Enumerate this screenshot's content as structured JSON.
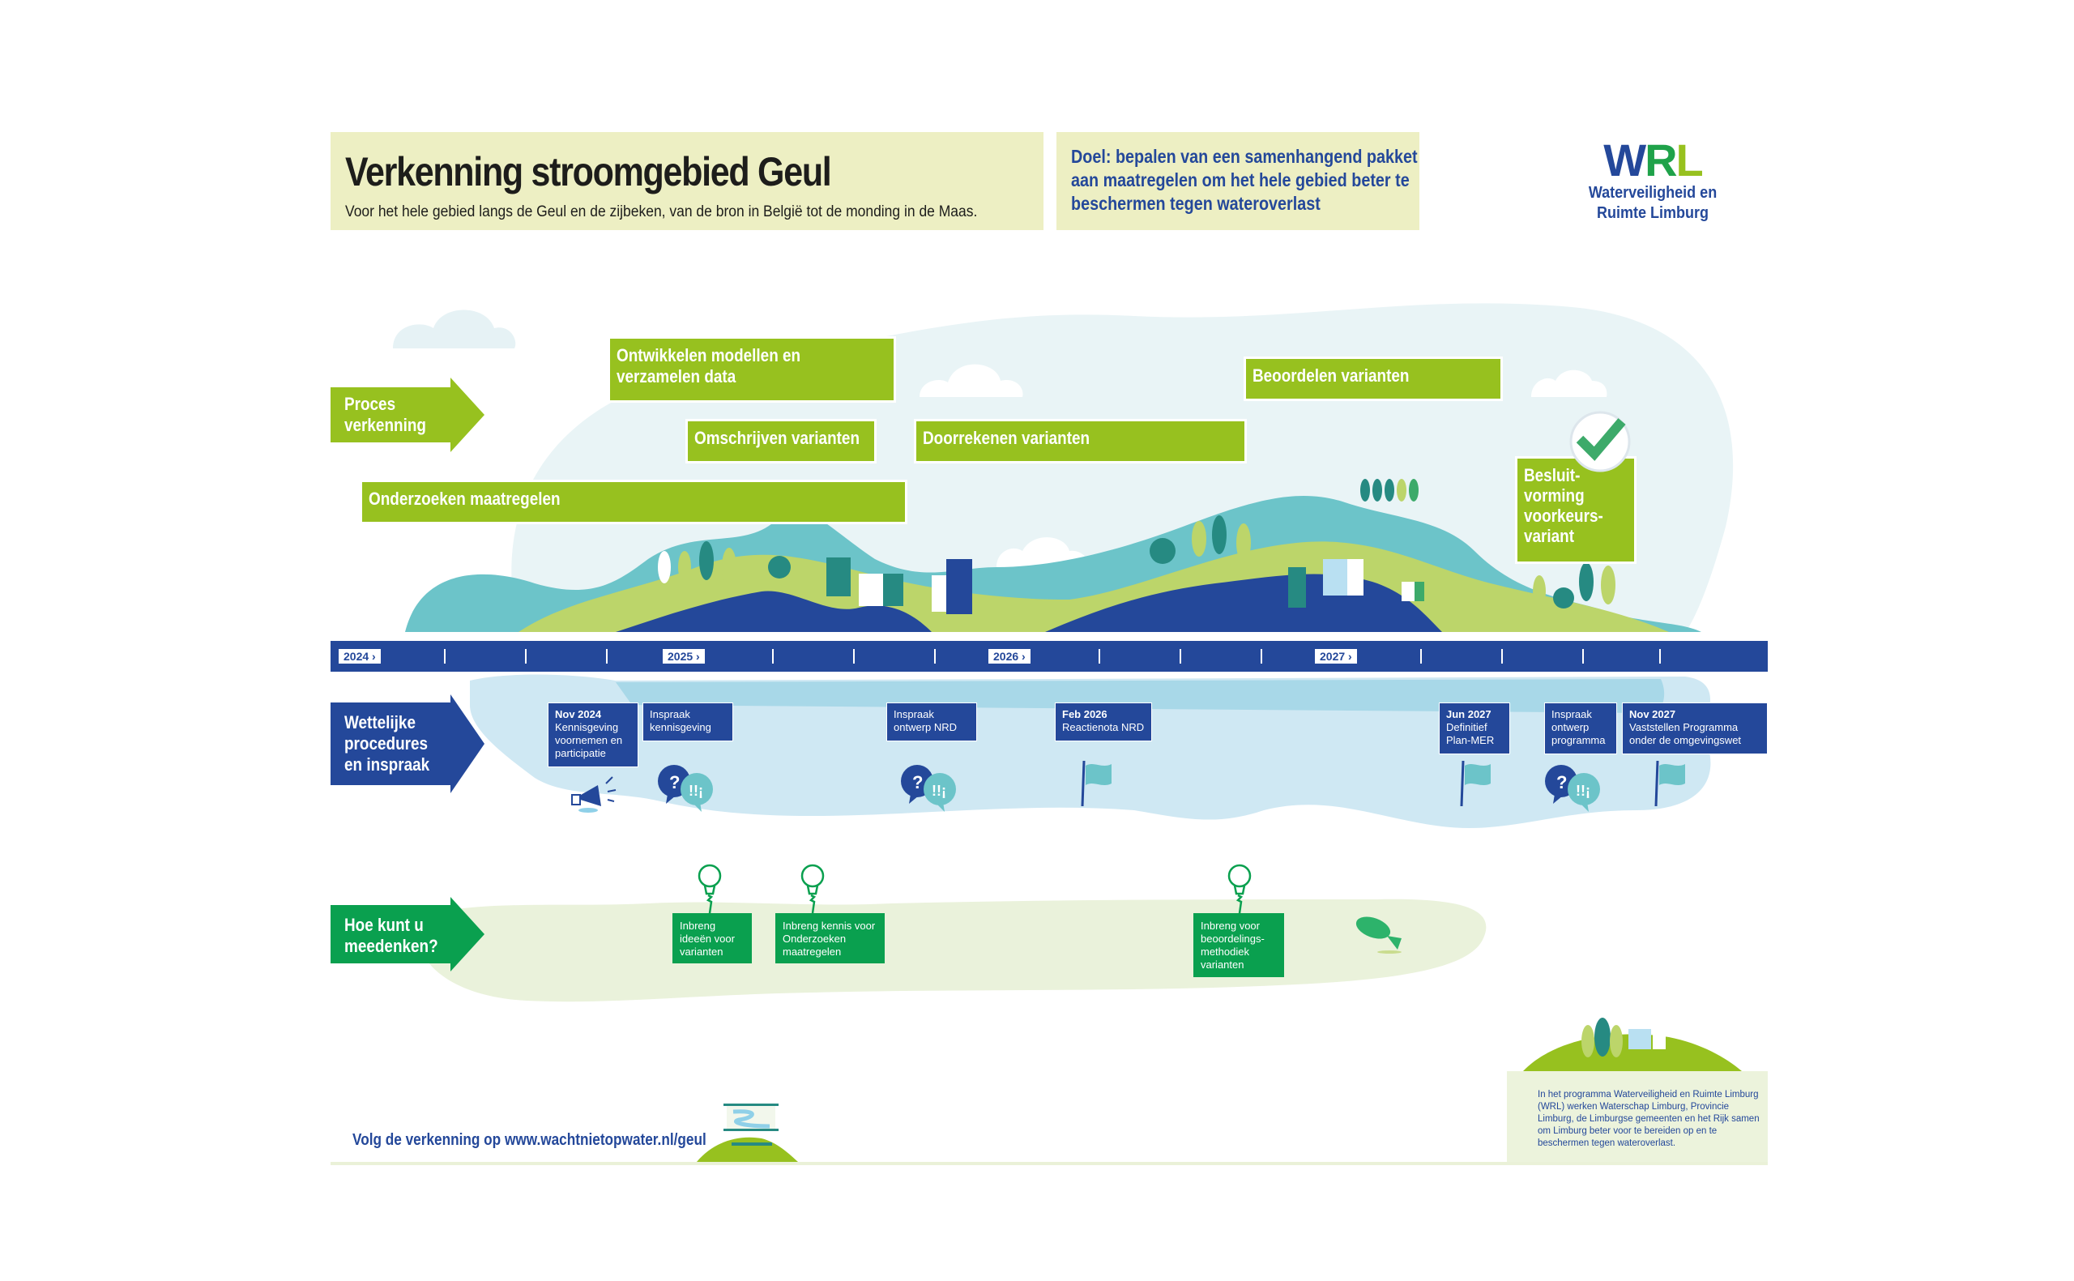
{
  "header": {
    "title": "Verkenning stroomgebied Geul",
    "subtitle": "Voor het hele gebied langs de Geul en de zijbeken, van de bron in België tot de monding in de Maas.",
    "goal": "Doel: bepalen van een samenhangend pakket aan maatregelen om het hele gebied beter te beschermen tegen wateroverlast"
  },
  "logo": {
    "letters": [
      "W",
      "R",
      "L"
    ],
    "line1": "Waterveiligheid en",
    "line2": "Ruimte Limburg"
  },
  "colors": {
    "navy": "#24489a",
    "lime": "#97c11f",
    "green": "#0aa04f",
    "teal": "#6cc4c9",
    "paleBlue": "#cfe8f3",
    "paleGreen": "#ecf3dc",
    "titleBg": "#edefc3"
  },
  "rows": {
    "process": {
      "label_line1": "Proces",
      "label_line2": "verkenning",
      "phases": [
        {
          "label": "Ontwikkelen modellen en",
          "label2": "verzamelen data"
        },
        {
          "label": "Omschrijven varianten"
        },
        {
          "label": "Doorrekenen varianten"
        },
        {
          "label": "Beoordelen varianten"
        },
        {
          "label": "Onderzoeken maatregelen"
        },
        {
          "label": "Besluit-",
          "label2": "vorming",
          "label3": "voorkeurs-",
          "label4": "variant"
        }
      ]
    },
    "legal": {
      "label_line1": "Wettelijke",
      "label_line2": "procedures",
      "label_line3": "en inspraak",
      "items": [
        {
          "date": "Nov 2024",
          "text": "Kennisgeving voornemen en participatie",
          "icon": "megaphone-icon"
        },
        {
          "date": "",
          "text": "Inspraak kennisgeving",
          "icon": "speech-bubbles-icon"
        },
        {
          "date": "",
          "text": "Inspraak ontwerp NRD",
          "icon": "speech-bubbles-icon"
        },
        {
          "date": "Feb 2026",
          "text": "Reactienota NRD",
          "icon": "flag-icon"
        },
        {
          "date": "Jun 2027",
          "text": "Definitief Plan-MER",
          "icon": "flag-icon"
        },
        {
          "date": "",
          "text": "Inspraak ontwerp programma",
          "icon": "speech-bubbles-icon"
        },
        {
          "date": "Nov 2027",
          "text": "Vaststellen Programma onder de omgevingswet",
          "icon": "flag-icon"
        }
      ]
    },
    "participate": {
      "label_line1": "Hoe kunt u",
      "label_line2": "meedenken?",
      "items": [
        {
          "text": "Inbreng ideeën voor varianten",
          "icon": "lightbulb-icon"
        },
        {
          "text": "Inbreng kennis voor Onderzoeken maatregelen",
          "icon": "lightbulb-icon"
        },
        {
          "text": "Inbreng voor beoordelings-methodiek varianten",
          "icon": "lightbulb-icon"
        }
      ]
    }
  },
  "timeline": {
    "years": [
      "2024",
      "2025",
      "2026",
      "2027"
    ],
    "ticks_per_year": 3
  },
  "footer": {
    "follow": "Volg de verkenning op www.wachtnietopwater.nl/geul",
    "info": "In het programma Waterveiligheid en Ruimte Limburg (WRL) werken Waterschap Limburg, Provincie Limburg, de Limburgse gemeenten en het Rijk samen om Limburg beter voor te bereiden op en te beschermen tegen wateroverlast."
  }
}
